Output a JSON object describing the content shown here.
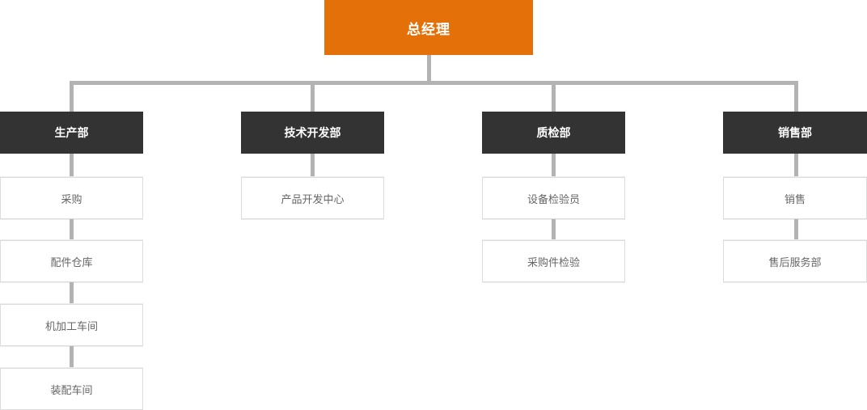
{
  "chart_data": {
    "type": "diagram",
    "subtype": "organization-chart",
    "title": "总经理",
    "orientation": "top-down",
    "root": {
      "label": "总经理",
      "level": 0,
      "style": "accent"
    },
    "departments": [
      {
        "label": "生产部",
        "level": 1,
        "children": [
          {
            "label": "采购",
            "level": 2
          },
          {
            "label": "配件仓库",
            "level": 2
          },
          {
            "label": "机加工车间",
            "level": 2
          },
          {
            "label": "装配车间",
            "level": 2
          }
        ]
      },
      {
        "label": "技术开发部",
        "level": 1,
        "children": [
          {
            "label": "产品开发中心",
            "level": 2
          }
        ]
      },
      {
        "label": "质检部",
        "level": 1,
        "children": [
          {
            "label": "设备检验员",
            "level": 2
          },
          {
            "label": "采购件检验",
            "level": 2
          }
        ]
      },
      {
        "label": "销售部",
        "level": 1,
        "children": [
          {
            "label": "销售",
            "level": 2
          },
          {
            "label": "售后服务部",
            "level": 2
          }
        ]
      }
    ]
  },
  "colors": {
    "root_background": "#e4700a",
    "root_text": "#ffffff",
    "department_background": "#333333",
    "department_text": "#ffffff",
    "leaf_background": "#ffffff",
    "leaf_border": "#dddddd",
    "leaf_text": "#666666",
    "connector": "#b3b3b3",
    "canvas": "#ffffff"
  }
}
